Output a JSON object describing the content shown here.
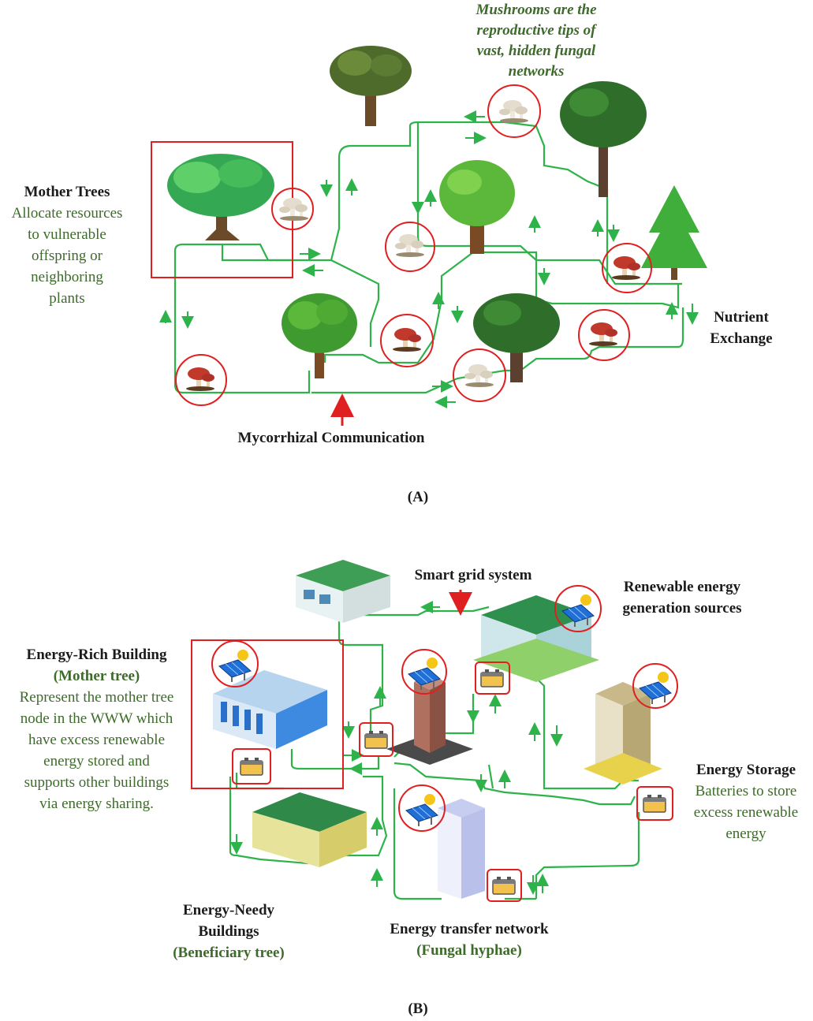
{
  "panel_a": {
    "mother_trees_title": "Mother Trees",
    "mother_trees_desc": [
      "Allocate resources",
      "to vulnerable",
      "offspring or",
      "neighboring",
      "plants"
    ],
    "mushrooms_note": [
      "Mushrooms are the",
      "reproductive tips of",
      "vast, hidden fungal",
      "networks"
    ],
    "nutrient_exchange": [
      "Nutrient",
      "Exchange"
    ],
    "mycorrhizal_label": "Mycorrhizal Communication",
    "caption": "(A)"
  },
  "panel_b": {
    "energy_rich_title": "Energy-Rich Building",
    "energy_rich_sub": "(Mother tree)",
    "energy_rich_desc": [
      "Represent the mother tree",
      "node in the WWW which",
      "have excess renewable",
      "energy stored and",
      "supports other buildings",
      "via energy sharing."
    ],
    "smart_grid": "Smart grid system",
    "renewable": [
      "Renewable energy",
      "generation sources"
    ],
    "energy_storage_title": "Energy Storage",
    "energy_storage_desc": [
      "Batteries to store",
      "excess renewable",
      "energy"
    ],
    "needy_title": [
      "Energy-Needy",
      "Buildings"
    ],
    "needy_sub": "(Beneficiary tree)",
    "transfer_title": "Energy transfer network",
    "transfer_sub": "(Fungal hyphae)",
    "caption": "(B)"
  },
  "colors": {
    "network_green": "#2db34a",
    "highlight_red": "#e02020",
    "label_green": "#3d6b2a",
    "tree_green": "#3f9a2f",
    "mushroom_red": "#c0392b"
  },
  "icons": [
    "tree-icon",
    "mushroom-icon",
    "building-icon",
    "solar-panel-icon",
    "battery-icon",
    "arrow-icon"
  ]
}
